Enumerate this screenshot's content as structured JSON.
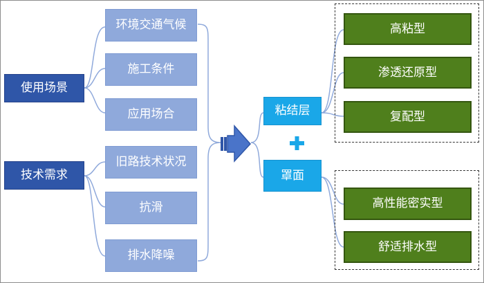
{
  "colors": {
    "navy": "#2f56a8",
    "light_blue": "#8fa9db",
    "cyan": "#1aa7e8",
    "green": "#4f7f1c",
    "connector": "#8fa9db",
    "arrow": "#4a74c9",
    "plus": "#1aa7e8"
  },
  "diagram": {
    "scenario": {
      "label": "使用场景",
      "items": [
        "环境交通气候",
        "施工条件",
        "应用场合"
      ]
    },
    "requirement": {
      "label": "技术需求",
      "items": [
        "旧路技术状况",
        "抗滑",
        "排水降噪"
      ]
    },
    "bonding": {
      "label": "粘结层",
      "types": [
        "高粘型",
        "渗透还原型",
        "复配型"
      ]
    },
    "surface": {
      "label": "罩面",
      "types": [
        "高性能密实型",
        "舒适排水型"
      ]
    },
    "plus_icon": "plus-icon",
    "arrow_icon": "right-arrow-icon"
  }
}
